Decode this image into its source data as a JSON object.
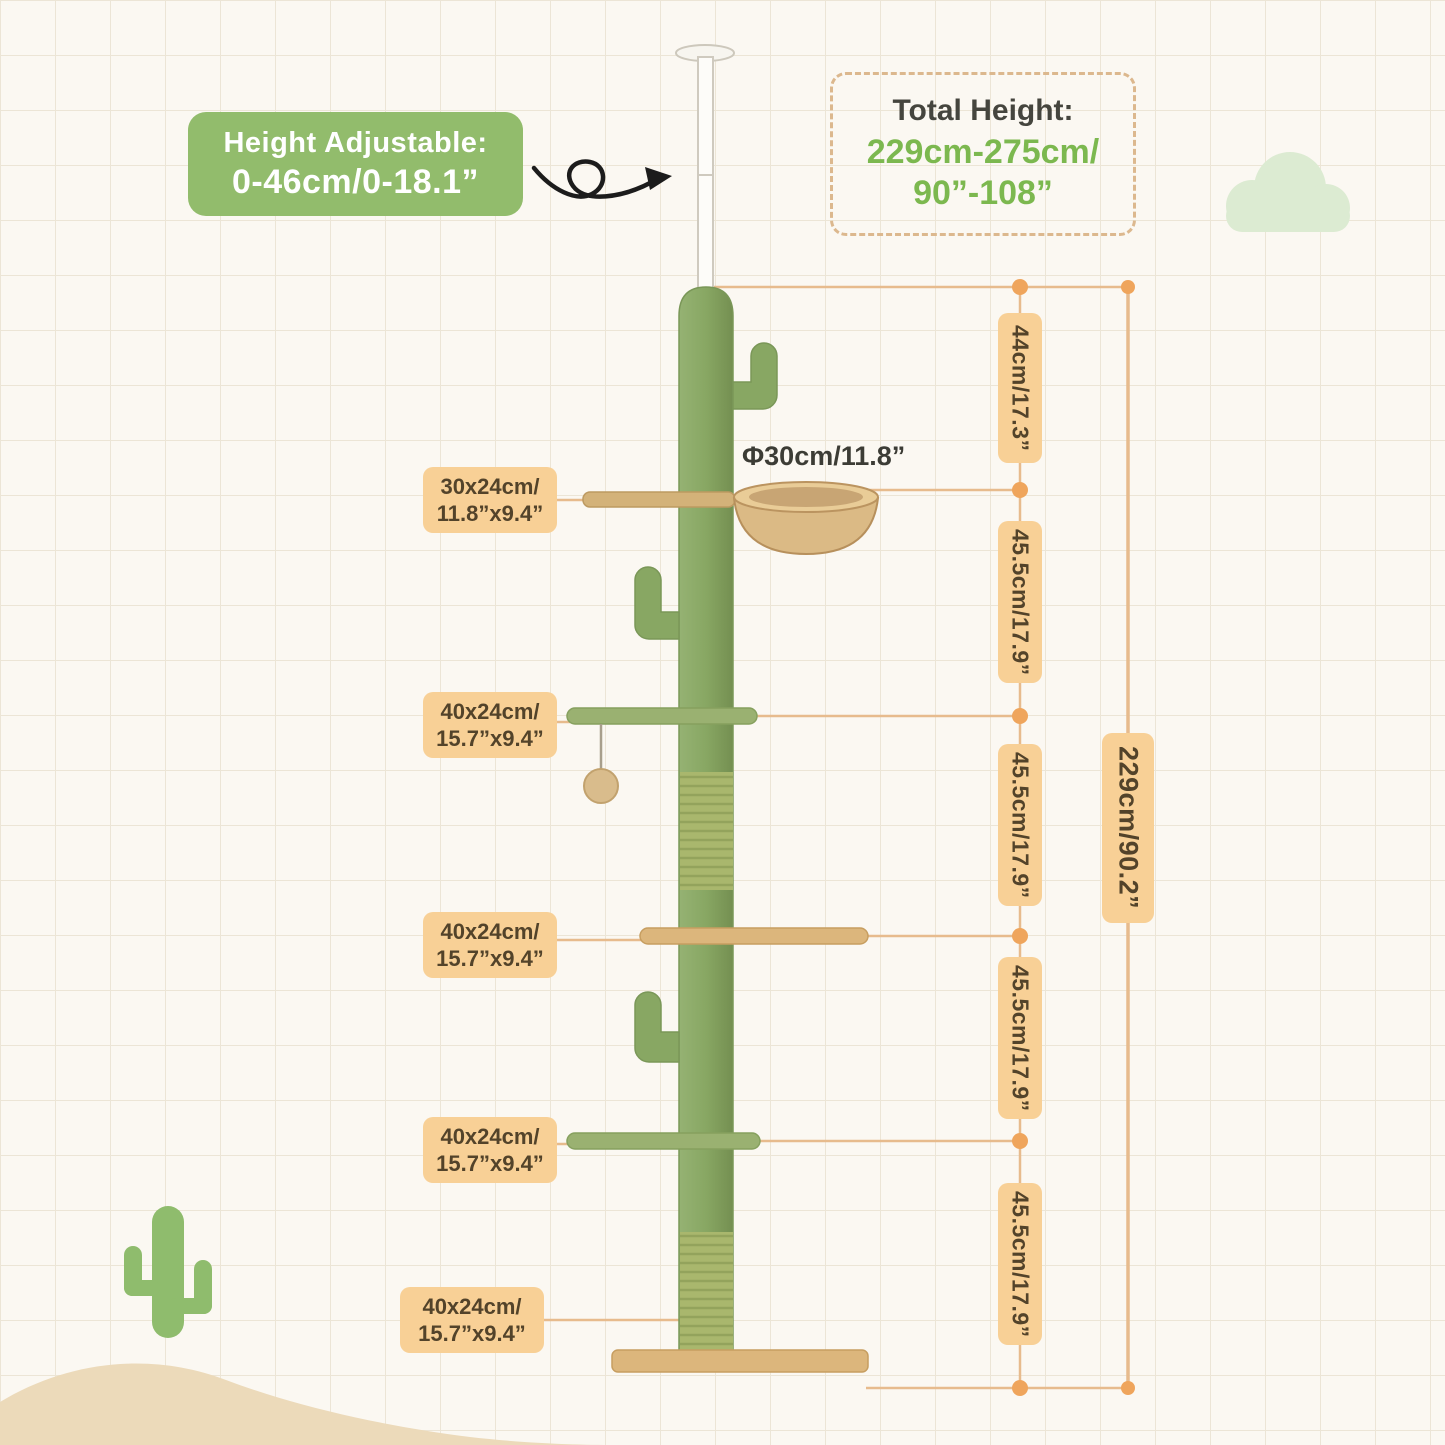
{
  "badges": {
    "height_adjustable": {
      "title": "Height Adjustable:",
      "value": "0-46cm/0-18.1”"
    },
    "total_height": {
      "title": "Total Height:",
      "line1": "229cm-275cm/",
      "line2": "90”-108”"
    }
  },
  "tree": {
    "hammock_diameter": "Φ30cm/11.8”",
    "platforms": [
      {
        "line1": "30x24cm/",
        "line2": "11.8”x9.4”"
      },
      {
        "line1": "40x24cm/",
        "line2": "15.7”x9.4”"
      },
      {
        "line1": "40x24cm/",
        "line2": "15.7”x9.4”"
      },
      {
        "line1": "40x24cm/",
        "line2": "15.7”x9.4”"
      },
      {
        "line1": "40x24cm/",
        "line2": "15.7”x9.4”"
      }
    ]
  },
  "dimensions": {
    "segments": [
      {
        "label": "44cm/17.3”"
      },
      {
        "label": "45.5cm/17.9”"
      },
      {
        "label": "45.5cm/17.9”"
      },
      {
        "label": "45.5cm/17.9”"
      },
      {
        "label": "45.5cm/17.9”"
      }
    ],
    "total": "229cm/90.2”"
  },
  "colors": {
    "badge_green": "#92bc6c",
    "accent_green_text": "#7cb84f",
    "label_peach": "#f8d096",
    "dimension_line": "#e7bb8d",
    "dot_orange": "#efa55c",
    "tree_green": "#88a763",
    "platform_tan": "#dcb67c"
  }
}
